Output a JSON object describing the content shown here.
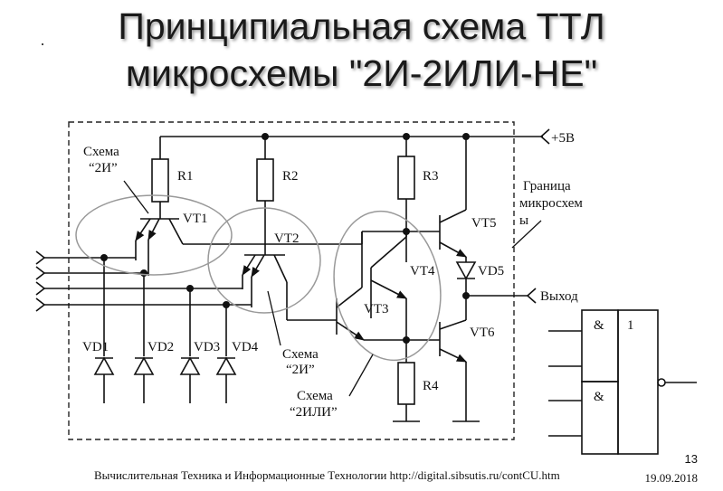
{
  "title": {
    "line1": "Принципиальная схема ТТЛ",
    "line2": "микросхемы \"2И-2ИЛИ-НЕ\""
  },
  "circuit": {
    "supply": "+5B",
    "boundary_label": [
      "Граница",
      "микросхем",
      "ы"
    ],
    "output": "Выход",
    "resistors": [
      "R1",
      "R2",
      "R3",
      "R4"
    ],
    "transistors": [
      "VT1",
      "VT2",
      "VT3",
      "VT4",
      "VT5",
      "VT6"
    ],
    "diodes": [
      "VD1",
      "VD2",
      "VD3",
      "VD4",
      "VD5"
    ],
    "groups": [
      {
        "lines": [
          "Схема",
          "“2И”"
        ]
      },
      {
        "lines": [
          "Схема",
          "“2И”"
        ]
      },
      {
        "lines": [
          "Схема",
          "“2ИЛИ”"
        ]
      }
    ]
  },
  "logic_symbol": {
    "and1": "&",
    "and2": "&",
    "or": "1"
  },
  "footer": {
    "text": "Вычислительная Техника и Информационные Технологии http://digital.sibsutis.ru/contCU.htm",
    "page": "13",
    "date": "19.09.2018"
  }
}
